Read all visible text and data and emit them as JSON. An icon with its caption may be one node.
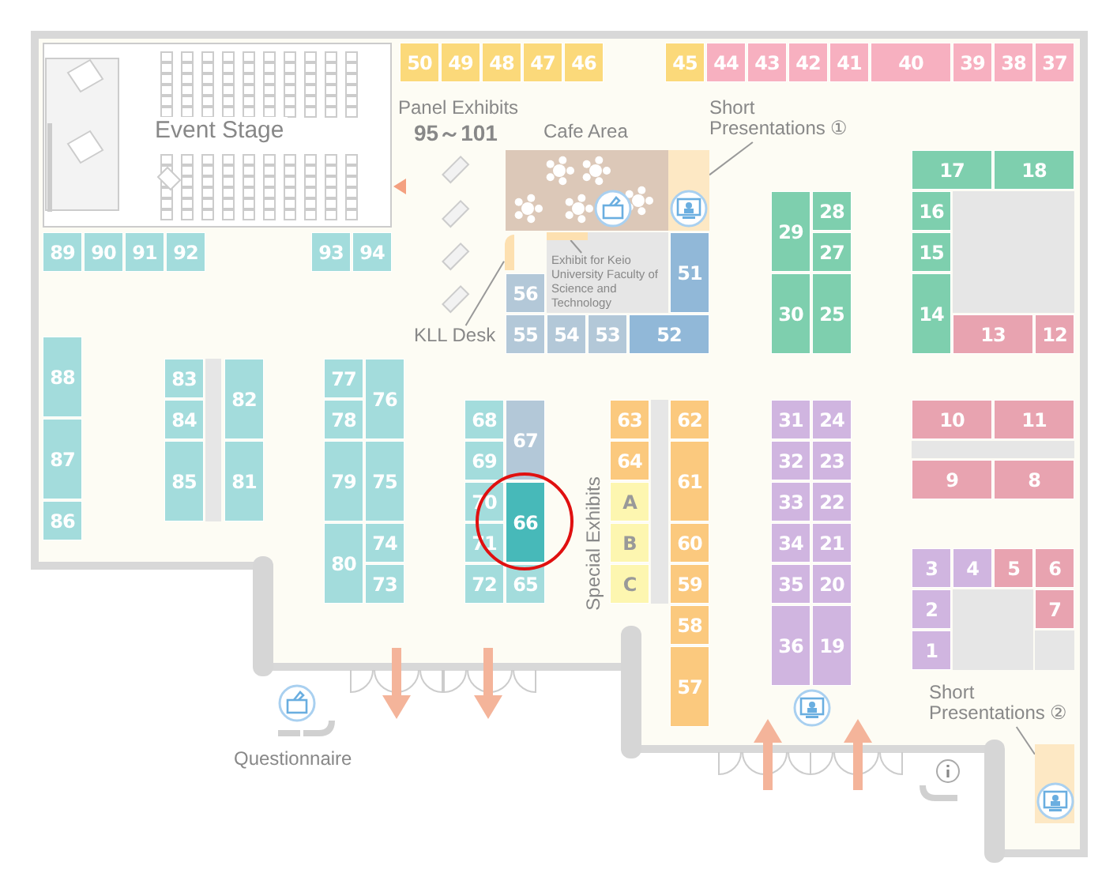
{
  "diagram": {
    "nodes": [
      {
        "text": [
          "Event Stage"
        ]
      },
      {
        "text": [
          "50"
        ]
      },
      {
        "text": [
          "49"
        ]
      },
      {
        "text": [
          "48"
        ]
      },
      {
        "text": [
          "47"
        ]
      },
      {
        "text": [
          "46"
        ]
      },
      {
        "text": [
          "45"
        ]
      },
      {
        "text": [
          "44"
        ]
      },
      {
        "text": [
          "43"
        ]
      },
      {
        "text": [
          "42"
        ]
      },
      {
        "text": [
          "41"
        ]
      },
      {
        "text": [
          "40"
        ]
      },
      {
        "text": [
          "39"
        ]
      },
      {
        "text": [
          "38"
        ]
      },
      {
        "text": [
          "37"
        ]
      },
      {
        "text": [
          "Short Presentations ①"
        ]
      },
      {
        "text": [
          "Cafe Area"
        ]
      },
      {
        "text": [],
        "shape": "box"
      },
      {
        "text": [
          "17"
        ]
      },
      {
        "text": [
          "18"
        ]
      },
      {
        "text": [
          "29"
        ]
      },
      {
        "text": [
          "28"
        ]
      },
      {
        "text": [
          "16"
        ]
      },
      {
        "text": [
          "89"
        ]
      },
      {
        "text": [
          "90"
        ]
      },
      {
        "text": [
          "91"
        ]
      },
      {
        "text": [
          "92"
        ]
      },
      {
        "text": [
          "93"
        ]
      },
      {
        "text": [
          "94"
        ]
      },
      {
        "text": [
          "Exhibit for Keio University Faculty of Science and Technology"
        ]
      },
      {
        "text": [],
        "shape": "bar"
      },
      {
        "text": [
          "51"
        ]
      },
      {
        "text": [
          "27"
        ]
      },
      {
        "text": [
          "15"
        ]
      },
      {
        "text": [],
        "shape": "bar"
      },
      {
        "text": [
          "56"
        ]
      },
      {
        "text": [
          "30"
        ]
      },
      {
        "text": [
          "25"
        ]
      },
      {
        "text": [
          "14"
        ]
      },
      {
        "text": [
          "KLL Desk"
        ]
      },
      {
        "text": [
          "55"
        ]
      },
      {
        "text": [
          "54"
        ]
      },
      {
        "text": [
          "53"
        ]
      },
      {
        "text": [
          "52"
        ]
      },
      {
        "text": [
          "13"
        ]
      },
      {
        "text": [
          "12"
        ]
      },
      {
        "text": [
          "88"
        ]
      },
      {
        "text": [
          "83"
        ]
      },
      {
        "text": [
          "82"
        ]
      },
      {
        "text": [
          "77"
        ]
      },
      {
        "text": [
          "76"
        ]
      },
      {
        "text": [
          "84"
        ]
      },
      {
        "text": [
          "78"
        ]
      },
      {
        "text": [
          "68"
        ]
      },
      {
        "text": [
          "67"
        ]
      },
      {
        "text": [
          "63"
        ]
      },
      {
        "text": [
          "62"
        ]
      },
      {
        "text": [
          "31"
        ]
      },
      {
        "text": [
          "24"
        ]
      },
      {
        "text": [
          "10"
        ]
      },
      {
        "text": [
          "11"
        ]
      },
      {
        "text": [
          "87"
        ]
      },
      {
        "text": [
          "85"
        ]
      },
      {
        "text": [
          "81"
        ]
      },
      {
        "text": [
          "79"
        ]
      },
      {
        "text": [
          "75"
        ]
      },
      {
        "text": [
          "69"
        ]
      },
      {
        "text": [
          "64"
        ]
      },
      {
        "text": [
          "61"
        ]
      },
      {
        "text": [
          "32"
        ]
      },
      {
        "text": [
          "23"
        ]
      },
      {
        "text": [
          "9"
        ]
      },
      {
        "text": [
          "8"
        ]
      },
      {
        "text": [
          "70"
        ]
      },
      {
        "text": [
          "66"
        ]
      },
      {
        "text": [
          "A"
        ]
      },
      {
        "text": [
          "33"
        ]
      },
      {
        "text": [
          "22"
        ]
      },
      {
        "text": [
          "86"
        ]
      },
      {
        "text": [
          "80"
        ]
      },
      {
        "text": [
          "74"
        ]
      },
      {
        "text": [
          "71"
        ]
      },
      {
        "text": [
          "B"
        ]
      },
      {
        "text": [
          "60"
        ]
      },
      {
        "text": [
          "34"
        ]
      },
      {
        "text": [
          "21"
        ]
      },
      {
        "text": [
          "3"
        ]
      },
      {
        "text": [
          "4"
        ]
      },
      {
        "text": [
          "5"
        ]
      },
      {
        "text": [
          "6"
        ]
      },
      {
        "text": [
          "73"
        ]
      },
      {
        "text": [
          "72"
        ]
      },
      {
        "text": [
          "65"
        ]
      },
      {
        "text": [
          "C"
        ]
      },
      {
        "text": [
          "59"
        ]
      },
      {
        "text": [
          "35"
        ]
      },
      {
        "text": [
          "20"
        ]
      },
      {
        "text": [
          "2"
        ]
      },
      {
        "text": [
          "7"
        ]
      },
      {
        "text": [
          "58"
        ]
      },
      {
        "text": [
          "36"
        ]
      },
      {
        "text": [
          "19"
        ]
      },
      {
        "text": [
          "1"
        ]
      },
      {
        "text": [
          "57"
        ]
      },
      {
        "text": [
          "Short Presentations ②"
        ]
      },
      {
        "text": [],
        "shape": "box"
      }
    ],
    "edges": [
      {
        "from": 39,
        "to": 30,
        "arrow": "none"
      },
      {
        "from": 29,
        "to": 34,
        "arrow": "none"
      },
      {
        "from": 15,
        "to": 17,
        "arrow": "none"
      },
      {
        "from": 104,
        "to": 105,
        "arrow": "none"
      }
    ],
    "labels": [
      "Panel Exhibits",
      "95～101",
      "Special Exhibits",
      "Questionnaire"
    ]
  }
}
